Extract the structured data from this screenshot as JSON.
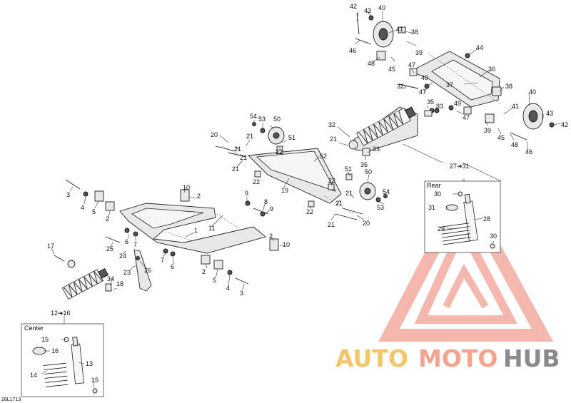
{
  "drawing_code": "28L1713",
  "detail_boxes": {
    "rear": {
      "title": "Rear",
      "ref": "27➔31"
    },
    "center": {
      "title": "Center",
      "ref": "12➔16"
    }
  },
  "watermark": {
    "part1": "AUTO",
    "part2": "MOTO",
    "part3": "HUB",
    "colors": {
      "auto": "#f5c56a",
      "moto": "#f2a48f",
      "hub": "#8a8a8a",
      "logo": "#f0a092"
    }
  },
  "callouts": {
    "c1": "1",
    "c2a": "2",
    "c2b": "2",
    "c2c": "2",
    "c2d": "2",
    "c3a": "3",
    "c3b": "3",
    "c4a": "4",
    "c4b": "4",
    "c5a": "5",
    "c5b": "5",
    "c6a": "6",
    "c6b": "6",
    "c7a": "7",
    "c7b": "7",
    "c8": "8",
    "c9a": "9",
    "c9b": "9",
    "c10a": "10",
    "c10b": "10",
    "c11": "11",
    "c13": "13",
    "c14": "14",
    "c15a": "15",
    "c15b": "15",
    "c16": "16",
    "c17": "17",
    "c18": "18",
    "c19": "19",
    "c20a": "20",
    "c20b": "20",
    "c21a": "21",
    "c21b": "21",
    "c21c": "21",
    "c21d": "21",
    "c21e": "21",
    "c22a": "22",
    "c22b": "22",
    "c22c": "22",
    "c22d": "22",
    "c23": "23",
    "c24": "24",
    "c25": "25",
    "c26": "26",
    "c28": "28",
    "c29": "29",
    "c30a": "30",
    "c30b": "30",
    "c31": "31",
    "c32a": "32",
    "c32b": "32",
    "c33a": "33",
    "c33b": "33",
    "c34": "34",
    "c35a": "35",
    "c35b": "35",
    "c36": "36",
    "c37": "37",
    "c38a": "38",
    "c38b": "38",
    "c39a": "39",
    "c39b": "39",
    "c40a": "40",
    "c40b": "40",
    "c41a": "41",
    "c41b": "41",
    "c42a": "42",
    "c42b": "42",
    "c43a": "43",
    "c43b": "43",
    "c44": "44",
    "c45a": "45",
    "c45b": "45",
    "c46a": "46",
    "c46b": "46",
    "c47a": "47",
    "c47b": "47",
    "c48a": "48",
    "c48b": "48",
    "c49a": "49",
    "c49b": "49",
    "c50a": "50",
    "c50b": "50",
    "c51a": "51",
    "c51b": "51",
    "c52": "52",
    "c53a": "53",
    "c53b": "53",
    "c54a": "54",
    "c54b": "54"
  }
}
